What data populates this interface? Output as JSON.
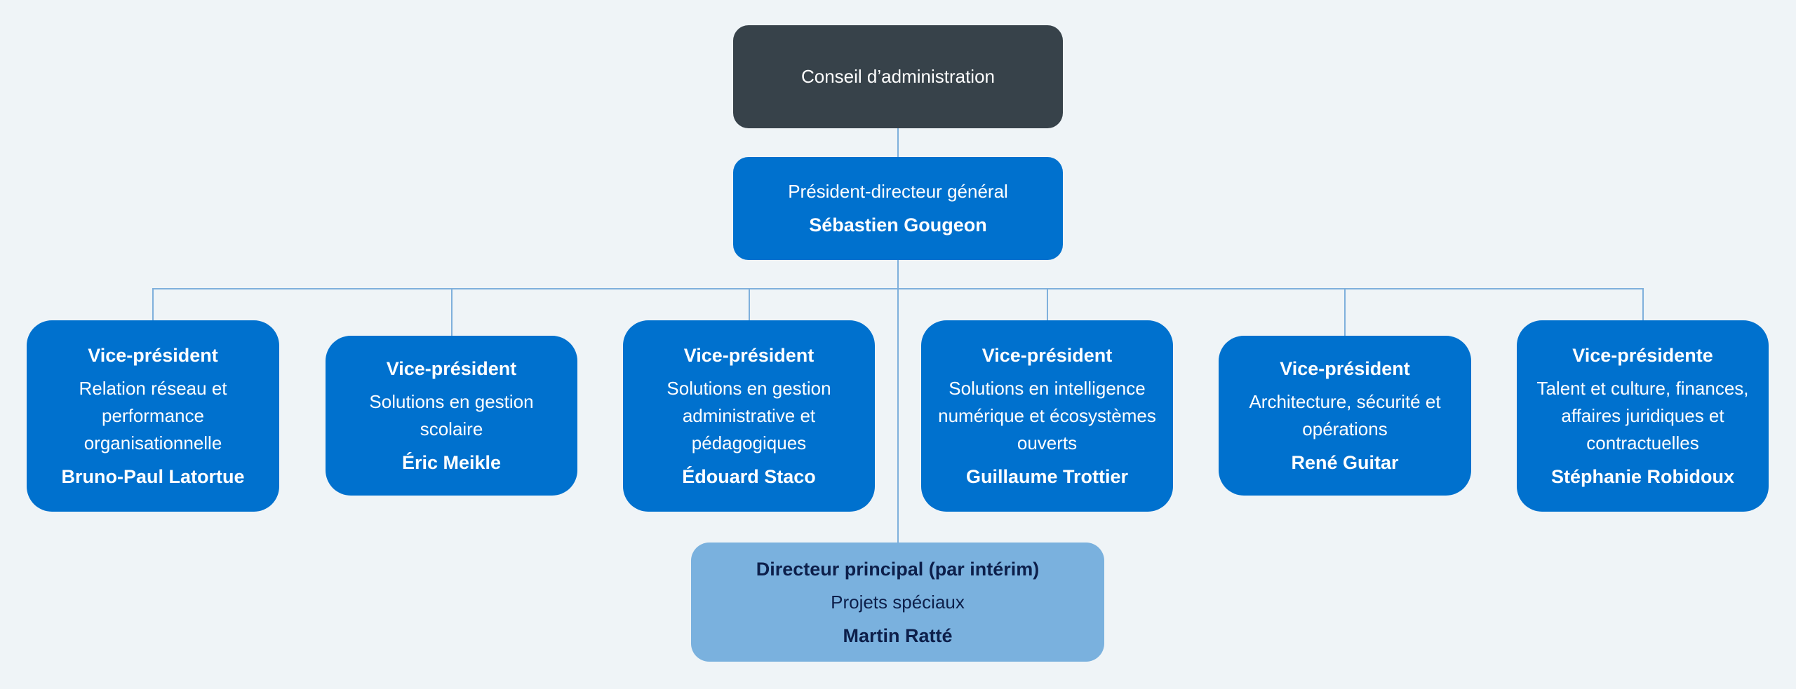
{
  "board": {
    "label": "Conseil d’administration"
  },
  "ceo": {
    "title": "Président-directeur général",
    "name": "Sébastien Gougeon"
  },
  "vps": [
    {
      "title": "Vice-président",
      "area": "Relation réseau et performance organisationnelle",
      "name": "Bruno-Paul Latortue"
    },
    {
      "title": "Vice-président",
      "area": "Solutions en gestion scolaire",
      "name": "Éric Meikle"
    },
    {
      "title": "Vice-président",
      "area": "Solutions en gestion administrative et pédagogiques",
      "name": "Édouard Staco"
    },
    {
      "title": "Vice-président",
      "area": "Solutions en intelligence numérique et écosystèmes ouverts",
      "name": "Guillaume Trottier"
    },
    {
      "title": "Vice-président",
      "area": "Architecture, sécurité et opérations",
      "name": "René Guitar"
    },
    {
      "title": "Vice-présidente",
      "area": "Talent et culture, finances, affaires juridiques et contractuelles",
      "name": "Stéphanie Robidoux"
    }
  ],
  "special": {
    "title": "Directeur principal (par intérim)",
    "area": "Projets spéciaux",
    "name": "Martin Ratté"
  },
  "colors": {
    "background": "#eff4f7",
    "board": "#37424a",
    "primary": "#0071ce",
    "secondary": "#7ab1de",
    "connector": "#7fb0dc"
  }
}
